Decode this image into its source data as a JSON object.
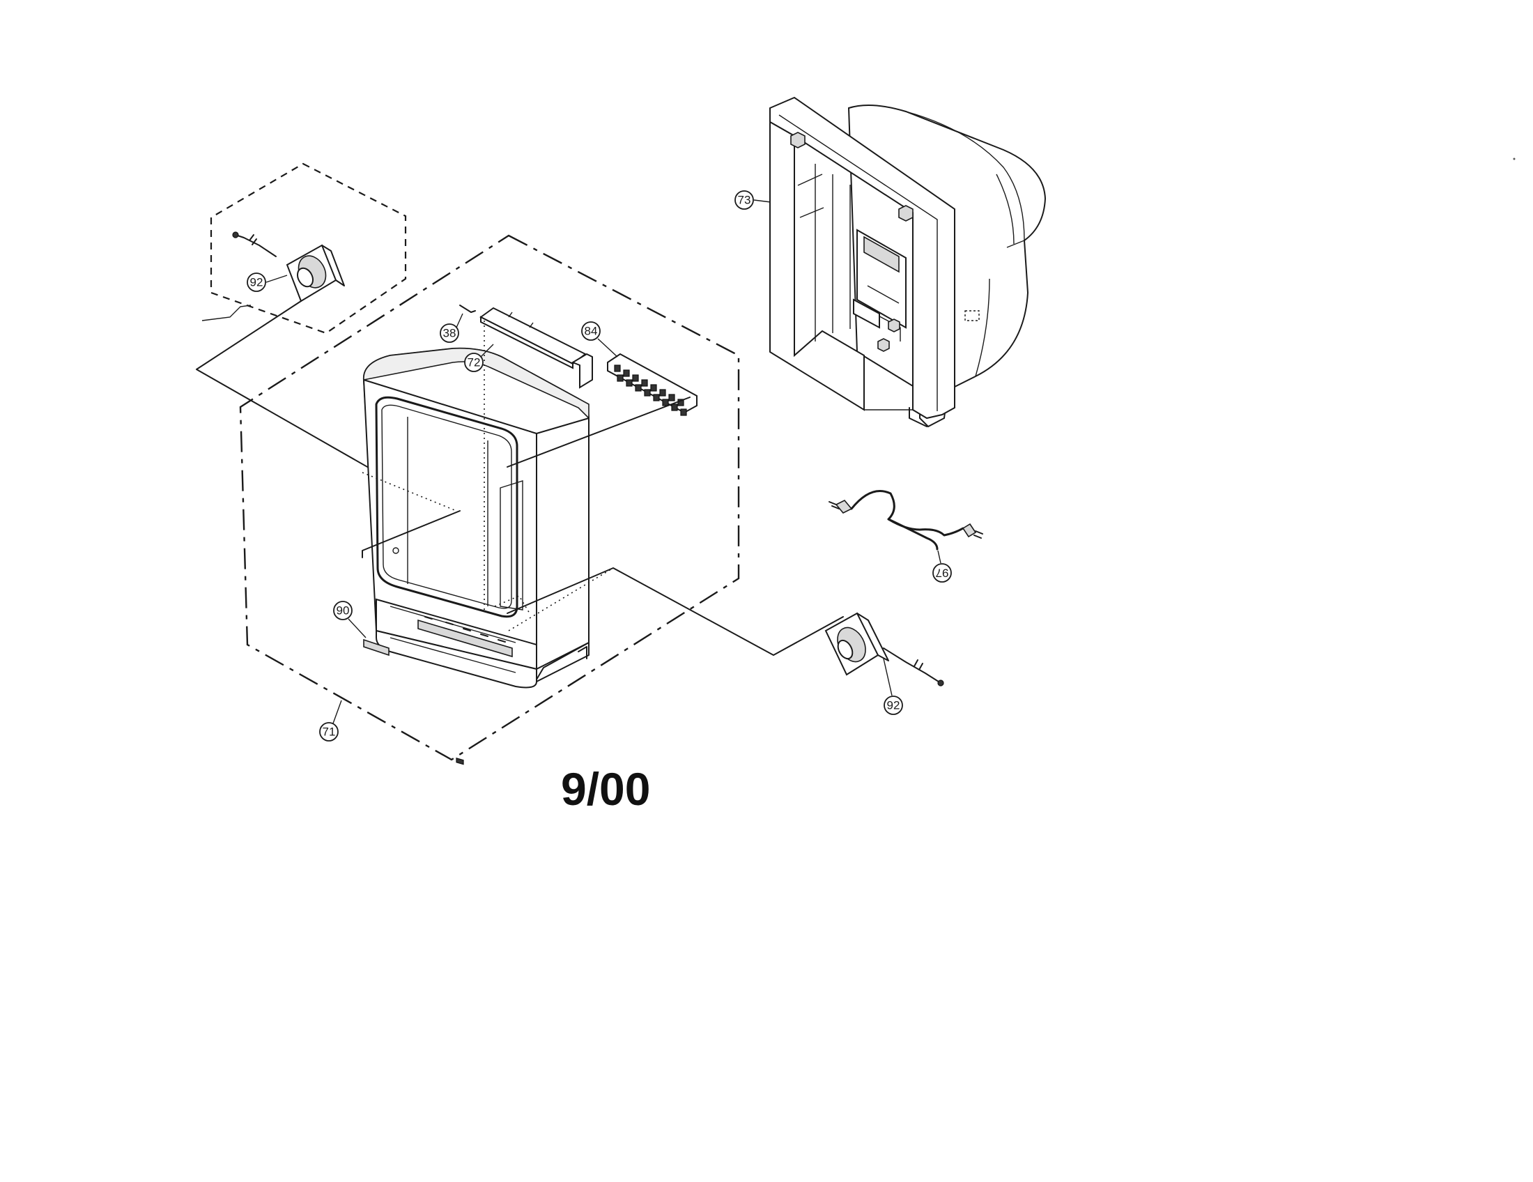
{
  "diagram": {
    "date_code": "9/00",
    "callouts": {
      "cabinet_front": "71",
      "control_door": "72",
      "screw": "38",
      "control_button": "84",
      "badge": "90",
      "speaker_left": "92",
      "speaker_right": "92",
      "back_cabinet": "73",
      "ac_cord": "97"
    }
  }
}
